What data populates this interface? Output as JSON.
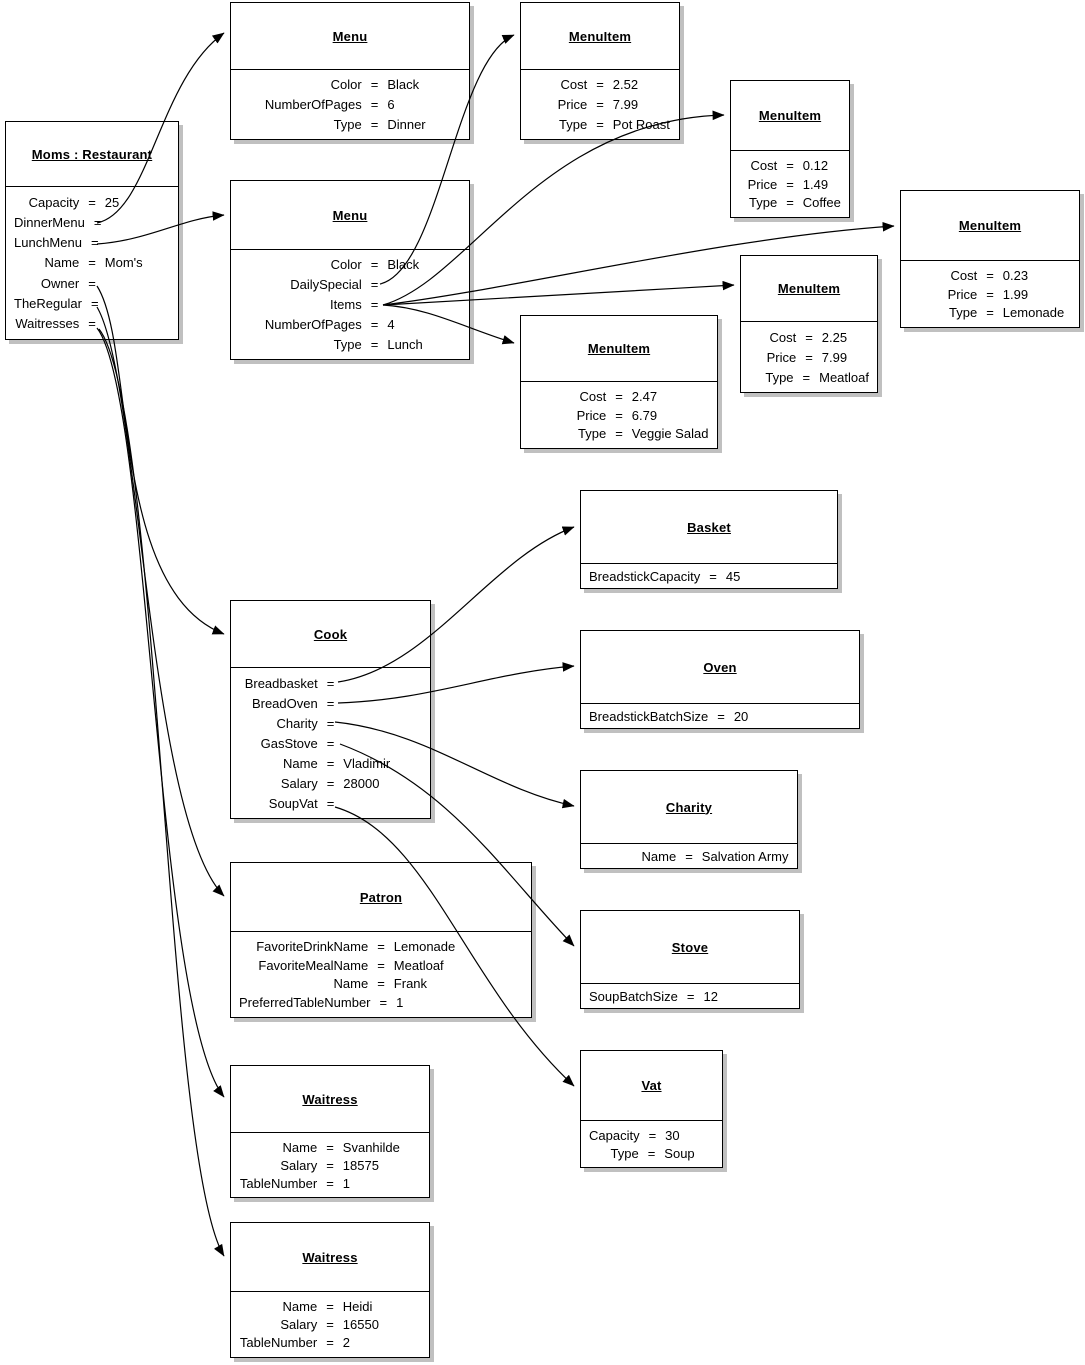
{
  "eq": "=",
  "colors": {
    "background": "#ffffff",
    "box_fill": "#ffffff",
    "box_border": "#000000",
    "box_shadow": "#c0c0c0",
    "text": "#000000",
    "connector": "#000000"
  },
  "boxes": {
    "moms": {
      "title": "Moms : Restaurant",
      "attrs": [
        {
          "name": "Capacity",
          "value": "25"
        },
        {
          "name": "DinnerMenu",
          "value": ""
        },
        {
          "name": "LunchMenu",
          "value": ""
        },
        {
          "name": "Name",
          "value": "Mom's"
        },
        {
          "name": "Owner",
          "value": ""
        },
        {
          "name": "TheRegular",
          "value": ""
        },
        {
          "name": "Waitresses",
          "value": ""
        }
      ]
    },
    "menu_dinner": {
      "title": "Menu",
      "attrs": [
        {
          "name": "Color",
          "value": "Black"
        },
        {
          "name": "NumberOfPages",
          "value": "6"
        },
        {
          "name": "Type",
          "value": "Dinner"
        }
      ]
    },
    "item_potroast": {
      "title": "MenuItem",
      "attrs": [
        {
          "name": "Cost",
          "value": "2.52"
        },
        {
          "name": "Price",
          "value": "7.99"
        },
        {
          "name": "Type",
          "value": "Pot Roast"
        }
      ]
    },
    "item_coffee": {
      "title": "MenuItem",
      "attrs": [
        {
          "name": "Cost",
          "value": "0.12"
        },
        {
          "name": "Price",
          "value": "1.49"
        },
        {
          "name": "Type",
          "value": "Coffee"
        }
      ]
    },
    "item_lemonade": {
      "title": "MenuItem",
      "attrs": [
        {
          "name": "Cost",
          "value": "0.23"
        },
        {
          "name": "Price",
          "value": "1.99"
        },
        {
          "name": "Type",
          "value": "Lemonade"
        }
      ]
    },
    "menu_lunch": {
      "title": "Menu",
      "attrs": [
        {
          "name": "Color",
          "value": "Black"
        },
        {
          "name": "DailySpecial",
          "value": ""
        },
        {
          "name": "Items",
          "value": ""
        },
        {
          "name": "NumberOfPages",
          "value": "4"
        },
        {
          "name": "Type",
          "value": "Lunch"
        }
      ]
    },
    "item_meatloaf": {
      "title": "MenuItem",
      "attrs": [
        {
          "name": "Cost",
          "value": "2.25"
        },
        {
          "name": "Price",
          "value": "7.99"
        },
        {
          "name": "Type",
          "value": "Meatloaf"
        }
      ]
    },
    "item_veggie": {
      "title": "MenuItem",
      "attrs": [
        {
          "name": "Cost",
          "value": "2.47"
        },
        {
          "name": "Price",
          "value": "6.79"
        },
        {
          "name": "Type",
          "value": "Veggie Salad"
        }
      ]
    },
    "basket": {
      "title": "Basket",
      "attrs": [
        {
          "name": "BreadstickCapacity",
          "value": "45"
        }
      ]
    },
    "cook": {
      "title": "Cook",
      "attrs": [
        {
          "name": "Breadbasket",
          "value": ""
        },
        {
          "name": "BreadOven",
          "value": ""
        },
        {
          "name": "Charity",
          "value": ""
        },
        {
          "name": "GasStove",
          "value": ""
        },
        {
          "name": "Name",
          "value": "Vladimir"
        },
        {
          "name": "Salary",
          "value": "28000"
        },
        {
          "name": "SoupVat",
          "value": ""
        }
      ]
    },
    "oven": {
      "title": "Oven",
      "attrs": [
        {
          "name": "BreadstickBatchSize",
          "value": "20"
        }
      ]
    },
    "charity": {
      "title": "Charity",
      "attrs": [
        {
          "name": "Name",
          "value": "Salvation Army"
        }
      ]
    },
    "patron": {
      "title": "Patron",
      "attrs": [
        {
          "name": "FavoriteDrinkName",
          "value": "Lemonade"
        },
        {
          "name": "FavoriteMealName",
          "value": "Meatloaf"
        },
        {
          "name": "Name",
          "value": "Frank"
        },
        {
          "name": "PreferredTableNumber",
          "value": "1"
        }
      ]
    },
    "stove": {
      "title": "Stove",
      "attrs": [
        {
          "name": "SoupBatchSize",
          "value": "12"
        }
      ]
    },
    "vat": {
      "title": "Vat",
      "attrs": [
        {
          "name": "Capacity",
          "value": "30"
        },
        {
          "name": "Type",
          "value": "Soup"
        }
      ]
    },
    "waitress1": {
      "title": "Waitress",
      "attrs": [
        {
          "name": "Name",
          "value": "Svanhilde"
        },
        {
          "name": "Salary",
          "value": "18575"
        },
        {
          "name": "TableNumber",
          "value": "1"
        }
      ]
    },
    "waitress2": {
      "title": "Waitress",
      "attrs": [
        {
          "name": "Name",
          "value": "Heidi"
        },
        {
          "name": "Salary",
          "value": "16550"
        },
        {
          "name": "TableNumber",
          "value": "2"
        }
      ]
    }
  },
  "connections": [
    {
      "from": "Moms : Restaurant.DinnerMenu",
      "to": "Menu (Dinner)"
    },
    {
      "from": "Moms : Restaurant.LunchMenu",
      "to": "Menu (Lunch)"
    },
    {
      "from": "Moms : Restaurant.Owner",
      "to": "Cook"
    },
    {
      "from": "Moms : Restaurant.TheRegular",
      "to": "Patron"
    },
    {
      "from": "Moms : Restaurant.Waitresses",
      "to": "Waitress (Svanhilde)"
    },
    {
      "from": "Moms : Restaurant.Waitresses",
      "to": "Waitress (Heidi)"
    },
    {
      "from": "Menu (Lunch).DailySpecial",
      "to": "MenuItem (Pot Roast)"
    },
    {
      "from": "Menu (Lunch).Items",
      "to": "MenuItem (Coffee)"
    },
    {
      "from": "Menu (Lunch).Items",
      "to": "MenuItem (Lemonade)"
    },
    {
      "from": "Menu (Lunch).Items",
      "to": "MenuItem (Meatloaf)"
    },
    {
      "from": "Menu (Lunch).Items",
      "to": "MenuItem (Veggie Salad)"
    },
    {
      "from": "Cook.Breadbasket",
      "to": "Basket"
    },
    {
      "from": "Cook.BreadOven",
      "to": "Oven"
    },
    {
      "from": "Cook.Charity",
      "to": "Charity"
    },
    {
      "from": "Cook.GasStove",
      "to": "Stove"
    },
    {
      "from": "Cook.SoupVat",
      "to": "Vat"
    }
  ]
}
